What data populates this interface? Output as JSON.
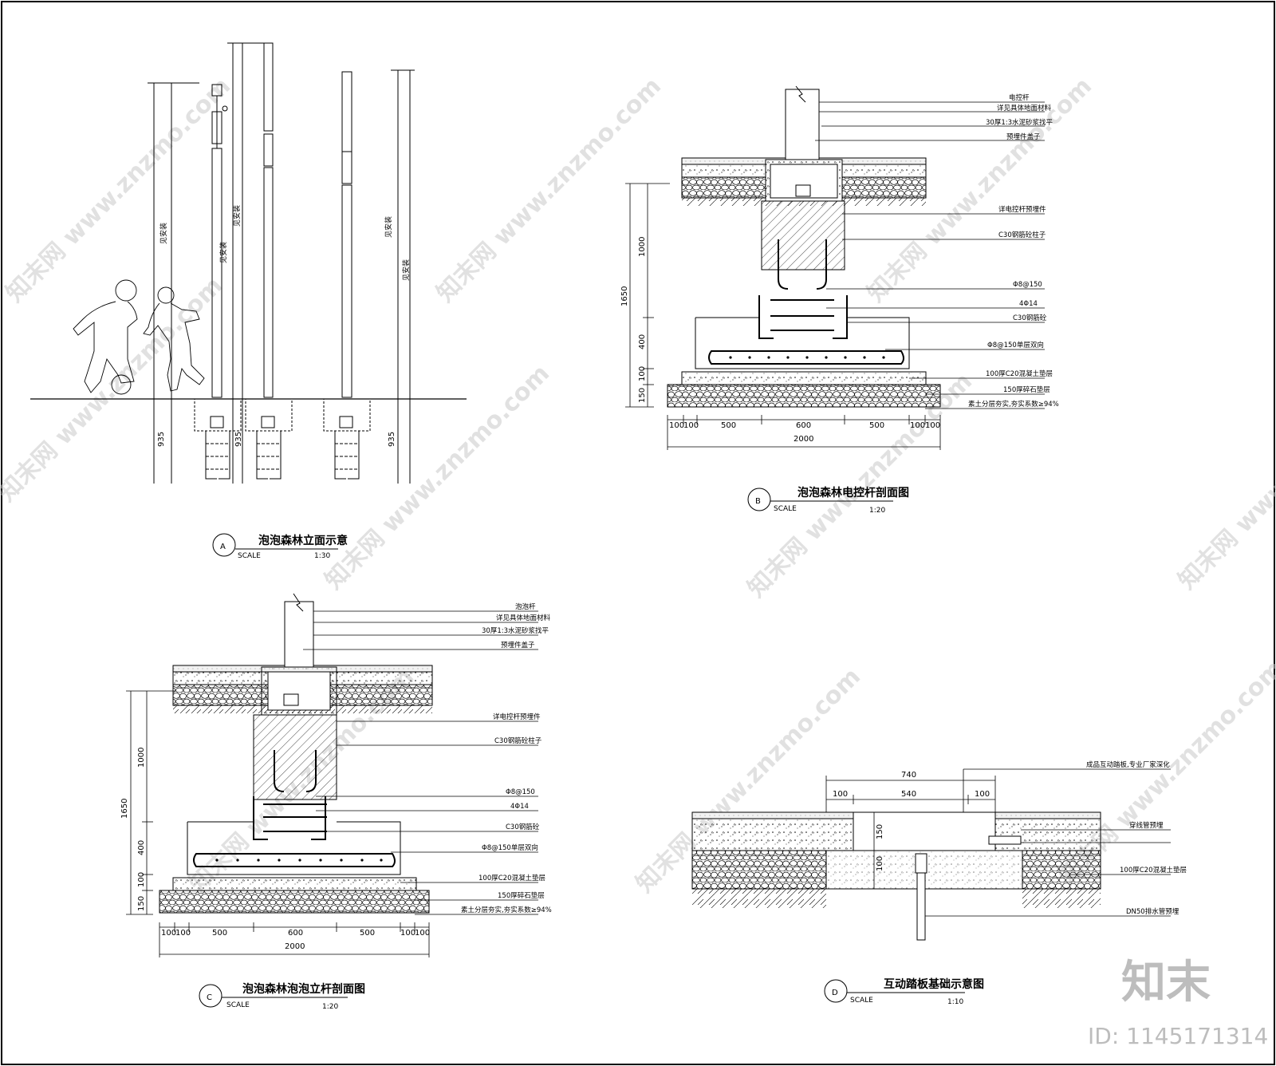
{
  "sheet": {
    "watermark_text": "知末网 www.znzmo.com",
    "brand_logo": "知末",
    "brand_id": "ID: 1145171314"
  },
  "elevation_a": {
    "marker": "A",
    "title": "泡泡森林立面示意",
    "scale_label": "SCALE",
    "scale": "1:30",
    "dim_below": "935",
    "rotated_note": "见安装"
  },
  "section_b": {
    "marker": "B",
    "title": "泡泡森林电控杆剖面图",
    "scale_label": "SCALE",
    "scale": "1:20",
    "labels": [
      "电控杆",
      "详见具体地面材料",
      "30厚1:3水泥砂浆找平",
      "预埋件盖子",
      "详电控杆预埋件",
      "C30钢筋砼柱子",
      "Φ8@150",
      "4Φ14",
      "C30钢筋砼",
      "Φ8@150单层双向",
      "100厚C20混凝土垫层",
      "150厚碎石垫层",
      "素土分层夯实,夯实系数≥94%"
    ],
    "vdims": {
      "total": "1650",
      "upper": "1000",
      "mid": "400",
      "lower_a": "100",
      "lower_b": "150"
    },
    "hdims": [
      "100",
      "100",
      "500",
      "600",
      "500",
      "100",
      "100"
    ],
    "hdim_total": "2000"
  },
  "section_c": {
    "marker": "C",
    "title": "泡泡森林泡泡立杆剖面图",
    "scale_label": "SCALE",
    "scale": "1:20",
    "labels": [
      "泡泡杆",
      "详见具体地面材料",
      "30厚1:3水泥砂浆找平",
      "预埋件盖子",
      "详电控杆预埋件",
      "C30钢筋砼柱子",
      "Φ8@150",
      "4Φ14",
      "C30钢筋砼",
      "Φ8@150单层双向",
      "100厚C20混凝土垫层",
      "150厚碎石垫层",
      "素土分层夯实,夯实系数≥94%"
    ],
    "vdims": {
      "total": "1650",
      "upper": "1000",
      "mid": "400",
      "lower_a": "100",
      "lower_b": "150"
    },
    "hdims": [
      "100",
      "100",
      "500",
      "600",
      "500",
      "100",
      "100"
    ],
    "hdim_total": "2000"
  },
  "section_d": {
    "marker": "D",
    "title": "互动踏板基础示意图",
    "scale_label": "SCALE",
    "scale": "1:10",
    "labels": [
      "成品互动踏板,专业厂家深化",
      "穿线管预埋",
      "100厚C20混凝土垫层",
      "DN50排水管预埋"
    ],
    "dim_top": "740",
    "dims_row": [
      "100",
      "540",
      "100"
    ],
    "vdim_a": "150",
    "vdim_b": "100"
  }
}
